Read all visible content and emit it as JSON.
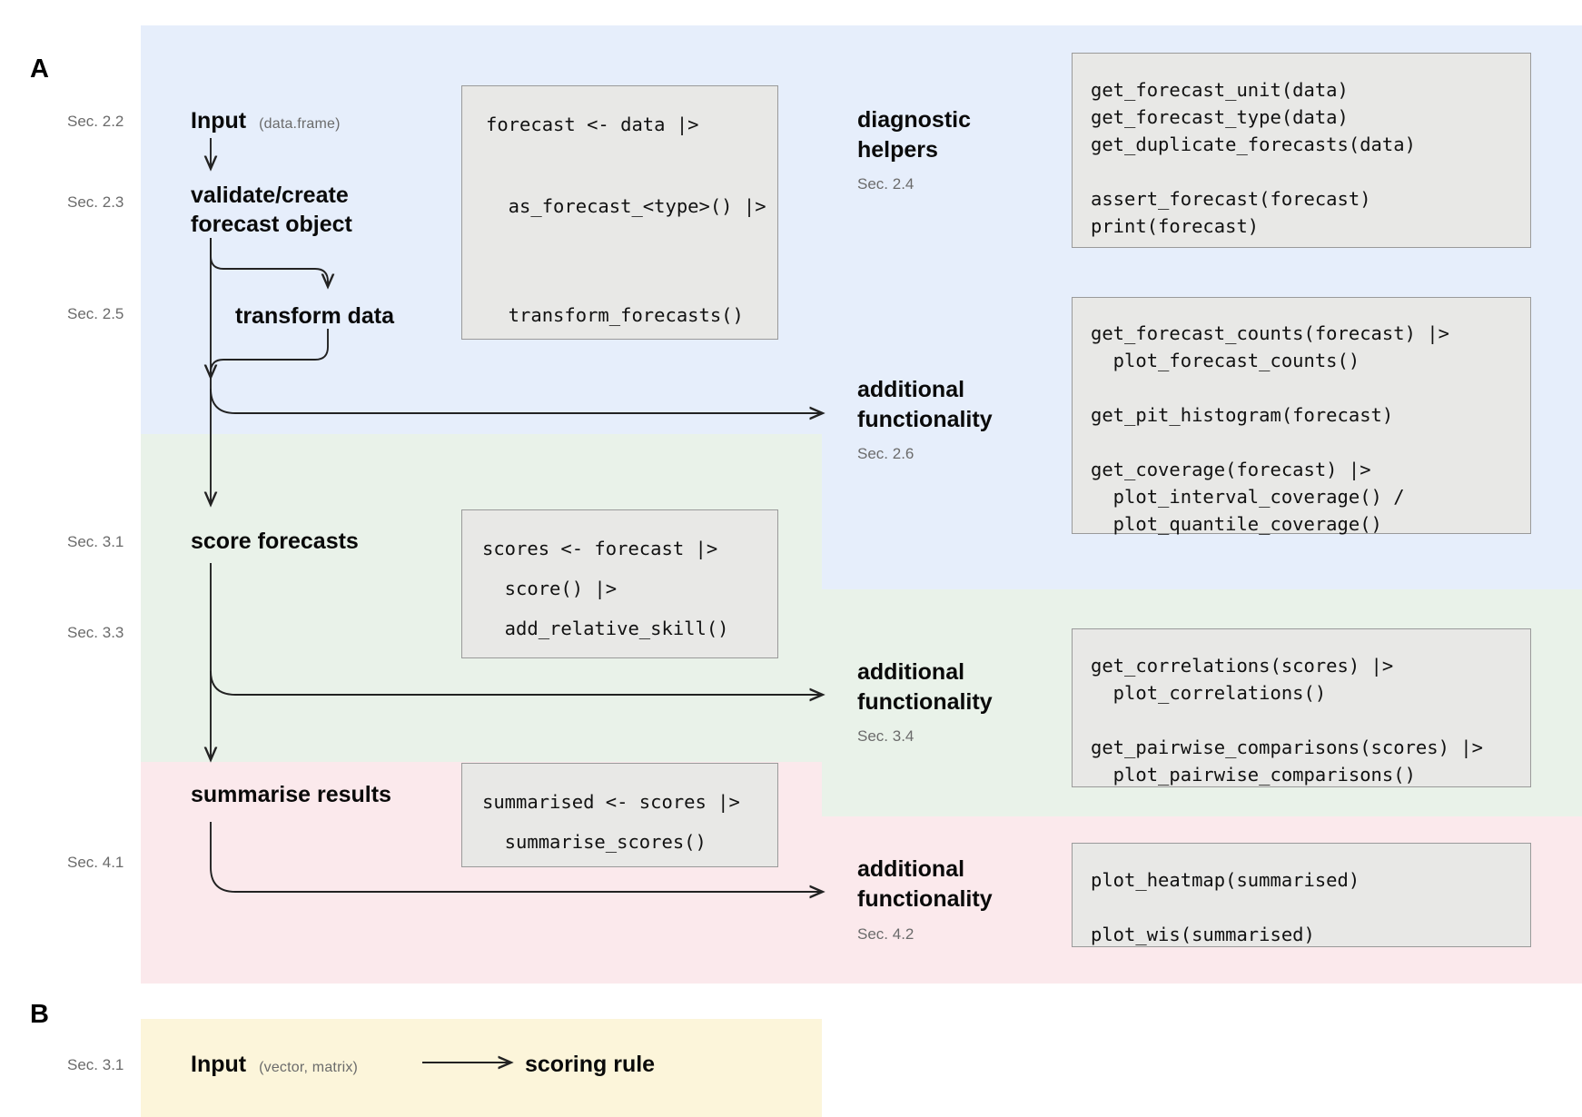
{
  "panels": {
    "a": {
      "letter": "A"
    },
    "b": {
      "letter": "B"
    }
  },
  "colors": {
    "band_blue": "#e6eefb",
    "band_green": "#e9f2e9",
    "band_pink": "#fbe9ec",
    "band_yellow": "#fcf5da",
    "code_bg": "#e8e8e6",
    "code_border": "#9a9a9a",
    "text": "#0a0a0a",
    "muted": "#6b6b6b"
  },
  "sections": {
    "input": "Sec. 2.2",
    "validate": "Sec. 2.3",
    "transform": "Sec. 2.5",
    "score": "Sec. 3.1",
    "addskill": "Sec. 3.3",
    "summarise": "Sec. 4.1",
    "panel_b": "Sec. 3.1"
  },
  "flow_nodes": [
    {
      "id": "input",
      "label": "Input",
      "sub": "(data.frame)",
      "section": "Sec. 2.2"
    },
    {
      "id": "validate",
      "label": "validate/create\nforecast object",
      "sub": "",
      "section": "Sec. 2.3"
    },
    {
      "id": "transform",
      "label": "transform data",
      "sub": "",
      "section": "Sec. 2.5"
    },
    {
      "id": "score",
      "label": "score forecasts",
      "sub": "",
      "section": "Sec. 3.1"
    },
    {
      "id": "summarise",
      "label": "summarise results",
      "sub": "",
      "section": "Sec. 4.1"
    }
  ],
  "node_labels": {
    "input": "Input",
    "input_sub": "(data.frame)",
    "validate_line1": "validate/create",
    "validate_line2": "forecast object",
    "transform": "transform data",
    "score": "score forecasts",
    "summarise": "summarise results"
  },
  "right_blocks": {
    "diagnostic": {
      "title_line1": "diagnostic",
      "title_line2": "helpers",
      "section": "Sec. 2.4"
    },
    "additional_2_6": {
      "title_line1": "additional",
      "title_line2": "functionality",
      "section": "Sec. 2.6"
    },
    "additional_3_4": {
      "title_line1": "additional",
      "title_line2": "functionality",
      "section": "Sec. 3.4"
    },
    "additional_4_2": {
      "title_line1": "additional",
      "title_line2": "functionality",
      "section": "Sec. 4.2"
    }
  },
  "code_blocks": {
    "forecast_pipeline": {
      "lines": [
        "forecast <- data |>",
        "",
        "",
        "  as_forecast_<type>() |>",
        "",
        "",
        "",
        "  transform_forecasts()"
      ]
    },
    "diagnostic_helpers": {
      "lines": [
        "get_forecast_unit(data)",
        "get_forecast_type(data)",
        "get_duplicate_forecasts(data)",
        "",
        "assert_forecast(forecast)",
        "print(forecast)"
      ]
    },
    "additional_2_6": {
      "lines": [
        "get_forecast_counts(forecast) |>",
        "  plot_forecast_counts()",
        "",
        "get_pit_histogram(forecast)",
        "",
        "get_coverage(forecast) |>",
        "  plot_interval_coverage() /",
        "  plot_quantile_coverage()"
      ]
    },
    "score_pipeline": {
      "lines": [
        "scores <- forecast |>",
        "  score() |>",
        "  add_relative_skill()"
      ]
    },
    "additional_3_4": {
      "lines": [
        "get_correlations(scores) |>",
        "  plot_correlations()",
        "",
        "get_pairwise_comparisons(scores) |>",
        "  plot_pairwise_comparisons()"
      ]
    },
    "summarise_pipeline": {
      "lines": [
        "summarised <- scores |>",
        "  summarise_scores()"
      ]
    },
    "additional_4_2": {
      "lines": [
        "plot_heatmap(summarised)",
        "",
        "plot_wis(summarised)"
      ]
    }
  },
  "panel_b_flow": {
    "input": "Input",
    "input_sub": "(vector, matrix)",
    "target": "scoring rule",
    "section": "Sec. 3.1"
  }
}
